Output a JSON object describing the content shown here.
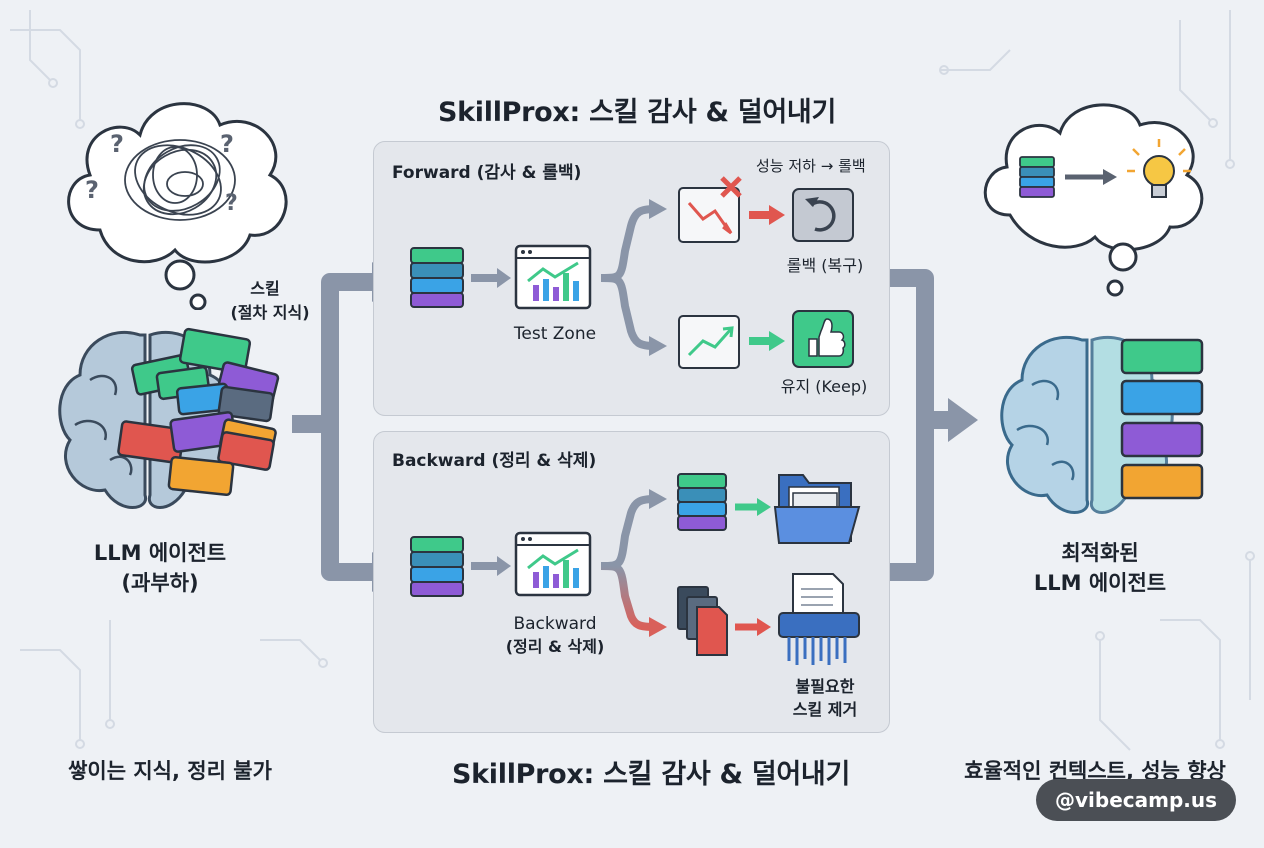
{
  "header": {
    "title_top": "SkillProx: 스킬 감사 & 덜어내기",
    "title_bottom": "SkillProx: 스킬 감사 & 덜어내기"
  },
  "left": {
    "skill_label_line1": "스킬",
    "skill_label_line2": "(절차 지식)",
    "agent_label_line1": "LLM 에이전트",
    "agent_label_line2": "(과부하)",
    "caption": "쌓이는 지식, 정리 불가"
  },
  "forward": {
    "title": "Forward (감사 & 롤백)",
    "test_zone": "Test Zone",
    "decline_label": "성능 저하 → 롤백",
    "rollback_label": "롤백 (복구)",
    "keep_label": "유지 (Keep)"
  },
  "backward": {
    "title": "Backward (정리 & 삭제)",
    "zone_line1": "Backward",
    "zone_line2": "(정리 & 삭제)",
    "remove_line1": "불필요한",
    "remove_line2": "스킬 제거"
  },
  "right": {
    "agent_line1": "최적화된",
    "agent_line2": "LLM 에이전트",
    "caption": "효율적인 컨텍스트, 성능 향상"
  },
  "badge": {
    "text": "@vibecamp.us"
  },
  "colors": {
    "green": "#3fc98a",
    "blue": "#3aa3e6",
    "teal": "#3a8fb8",
    "purple": "#8e5bd6",
    "orange": "#f2a532",
    "red": "#e0564f",
    "arrow_gray": "#8a95a8"
  }
}
